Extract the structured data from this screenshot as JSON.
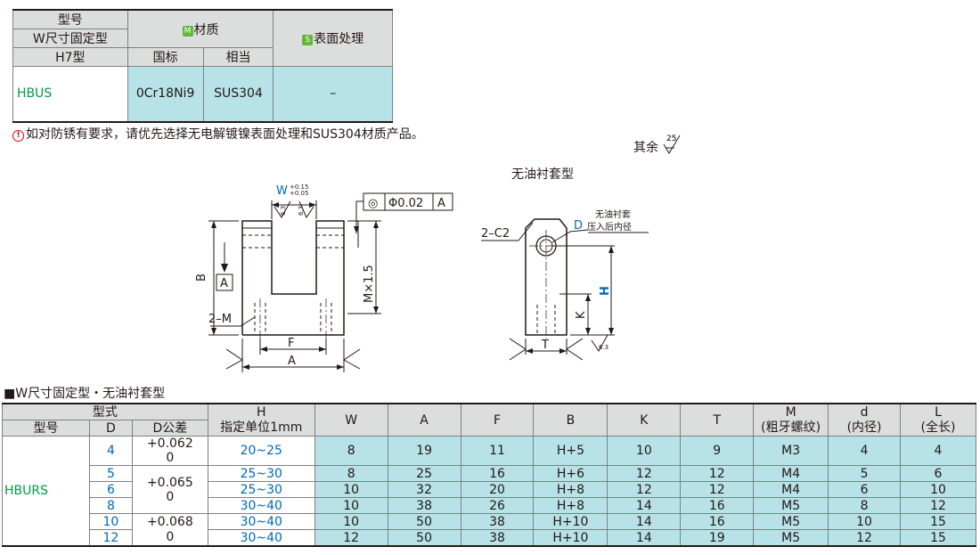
{
  "material_table": {
    "h_model": "型号",
    "h_wtype": "W尺寸固定型",
    "h_h7": "H7型",
    "h_m_badge": "M",
    "h_material": "材质",
    "h_national": "国标",
    "h_equivalent": "相当",
    "h_s_badge": "S",
    "h_surface": "表面处理",
    "model": "HBUS",
    "national": "0Cr18Ni9",
    "equivalent": "SUS304",
    "surface": "–"
  },
  "note": {
    "icon": "!",
    "text": "如对防锈有要求，请优先选择无电解镀镍表面处理和SUS304材质产品。"
  },
  "roughness": {
    "label": "其余",
    "value": "25"
  },
  "drawing": {
    "title": "无油衬套型",
    "w_label": "W",
    "w_tol_upper": "+0.15",
    "w_tol_lower": "+0.05",
    "rough_a": "6.3",
    "rough_b": "6.3",
    "rough_c": "6.3",
    "gdt_symbol": "◎",
    "gdt_value": "Φ0.02",
    "gdt_datum": "A",
    "datum_a": "A",
    "b_label": "B",
    "m_depth": "M×1.5",
    "two_m": "2–M",
    "f_label": "F",
    "a_label": "A",
    "two_c2": "2–C2",
    "d_label": "D",
    "d_note1": "无油衬套",
    "d_note2": "压入后内径",
    "h_label": "H",
    "k_label": "K",
    "t_label": "T"
  },
  "main_table": {
    "title": "■W尺寸固定型・无油衬套型",
    "headers": {
      "type": "型式",
      "model": "型号",
      "d": "D",
      "d_tol": "D公差",
      "h": "H",
      "h_sub": "指定单位1mm",
      "w": "W",
      "a": "A",
      "f": "F",
      "b": "B",
      "k": "K",
      "t": "T",
      "m": "M",
      "m_sub": "(粗牙螺纹)",
      "dd": "d",
      "dd_sub": "(内径)",
      "l": "L",
      "l_sub": "(全长)"
    },
    "model": "HBURS",
    "tolerances": [
      {
        "upper": "+0.062",
        "lower": "0"
      },
      {
        "upper": "+0.065",
        "lower": "0"
      },
      {
        "upper": "+0.068",
        "lower": "0"
      }
    ],
    "rows": [
      {
        "d": "4",
        "h": "20~25",
        "w": "8",
        "a": "19",
        "f": "11",
        "b": "H+5",
        "k": "10",
        "t": "9",
        "m": "M3",
        "dd": "4",
        "l": "4"
      },
      {
        "d": "5",
        "h": "25~30",
        "w": "8",
        "a": "25",
        "f": "16",
        "b": "H+6",
        "k": "12",
        "t": "12",
        "m": "M4",
        "dd": "5",
        "l": "6"
      },
      {
        "d": "6",
        "h": "25~30",
        "w": "10",
        "a": "32",
        "f": "20",
        "b": "H+8",
        "k": "12",
        "t": "12",
        "m": "M4",
        "dd": "6",
        "l": "10"
      },
      {
        "d": "8",
        "h": "30~40",
        "w": "10",
        "a": "38",
        "f": "26",
        "b": "H+8",
        "k": "14",
        "t": "16",
        "m": "M5",
        "dd": "8",
        "l": "12"
      },
      {
        "d": "10",
        "h": "30~40",
        "w": "10",
        "a": "50",
        "f": "38",
        "b": "H+10",
        "k": "14",
        "t": "16",
        "m": "M5",
        "dd": "10",
        "l": "15"
      },
      {
        "d": "12",
        "h": "30~40",
        "w": "12",
        "a": "50",
        "f": "38",
        "b": "H+10",
        "k": "14",
        "t": "19",
        "m": "M5",
        "dd": "12",
        "l": "15"
      }
    ]
  }
}
